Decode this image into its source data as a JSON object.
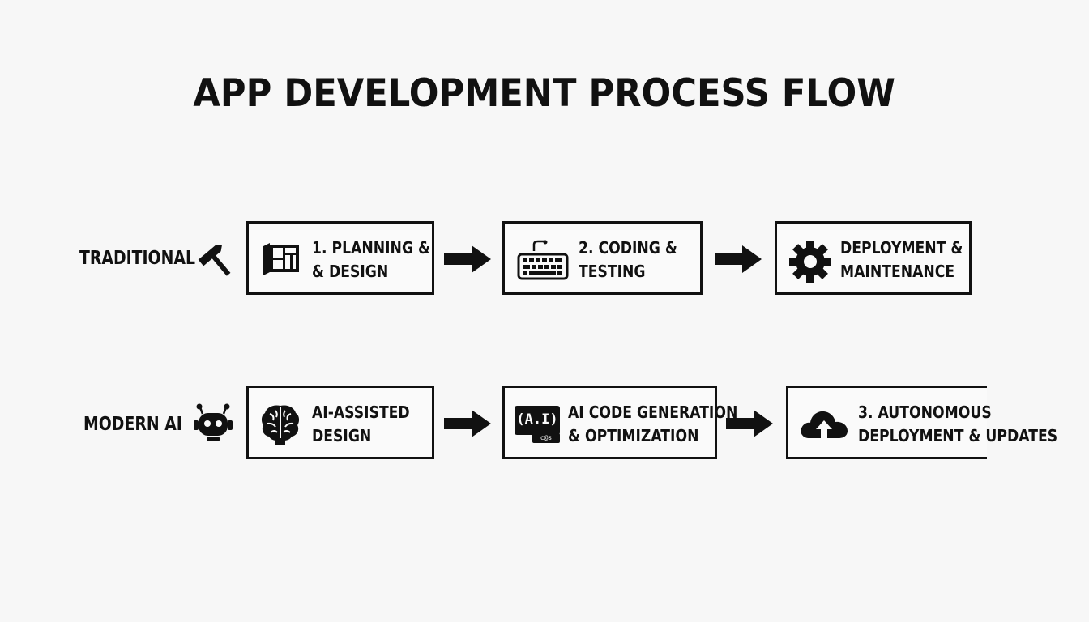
{
  "title": "APP DEVELOPMENT PROCESS FLOW",
  "rows": [
    {
      "label": "TRADITIONAL",
      "label_icon": "hammer-icon",
      "steps": [
        {
          "icon": "blueprint-icon",
          "line1": "1. PLANNING &",
          "line2": "& DESIGN"
        },
        {
          "icon": "keyboard-icon",
          "line1": "2. CODING &",
          "line2": "TESTING"
        },
        {
          "icon": "gear-icon",
          "line1": "DEPLOYMENT &",
          "line2": "MAINTENANCE"
        }
      ]
    },
    {
      "label": "MODERN AI",
      "label_icon": "robot-icon",
      "steps": [
        {
          "icon": "brain-icon",
          "line1": "AI-ASSISTED",
          "line2": "DESIGN"
        },
        {
          "icon": "ai-code-icon",
          "line1": "AI CODE GENERATION",
          "line2": "& OPTIMIZATION",
          "icon_text": "(A.I)",
          "icon_subtext": "c@s"
        },
        {
          "icon": "cloud-upload-icon",
          "line1": "3. AUTONOMOUS",
          "line2": "DEPLOYMENT & UPDATES"
        }
      ]
    }
  ],
  "colors": {
    "ink": "#111111",
    "background": "#f7f7f7"
  }
}
